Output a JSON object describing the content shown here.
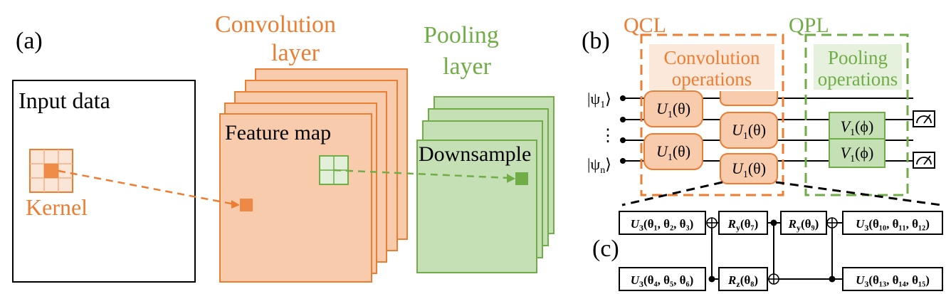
{
  "panel_a": {
    "label": "(a)",
    "input_title": "Input data",
    "kernel_label": "Kernel",
    "conv_title_1": "Convolution",
    "conv_title_2": "layer",
    "pool_title_1": "Pooling",
    "pool_title_2": "layer",
    "feature_map_label": "Feature map",
    "downsample_label": "Downsample"
  },
  "panel_b": {
    "label": "(b)",
    "qcl_label": "QCL",
    "qpl_label": "QPL",
    "conv_ops_1": "Convolution",
    "conv_ops_2": "operations",
    "pool_ops_1": "Pooling",
    "pool_ops_2": "operations",
    "psi_1_sym": "|ψ",
    "psi_1_sub": "1",
    "psi_n_sym": "|ψ",
    "psi_n_sub": "n",
    "ket_close": "⟩",
    "vdots": "⋮",
    "u_gate_base": "U",
    "u_gate_sub": "1",
    "u_gate_arg": "(θ)",
    "v_gate_base": "V",
    "v_gate_sub": "1",
    "v_gate_arg": "(ϕ)"
  },
  "panel_c": {
    "label": "(c)",
    "g1_base": "U",
    "g1_sub": "3",
    "g1_args": "(θ₁, θ₂, θ₃)",
    "g2_base": "R",
    "g2_sub": "y",
    "g2_args": "(θ₇)",
    "g3_base": "R",
    "g3_sub": "y",
    "g3_args": "(θ₉)",
    "g4_base": "U",
    "g4_sub": "3",
    "g4_args": "(θ₁₀, θ₁₁, θ₁₂)",
    "g5_base": "U",
    "g5_sub": "3",
    "g5_args": "(θ₄, θ₅, θ₆)",
    "g6_base": "R",
    "g6_sub": "z",
    "g6_args": "(θ₈)",
    "g7_base": "U",
    "g7_sub": "3",
    "g7_args": "(θ₁₃, θ₁₄, θ₁₅)"
  },
  "colors": {
    "orange": "#ED7D31",
    "orange_fill": "#F8CBAD",
    "orange_light": "#FBE5D6",
    "green": "#70AD47",
    "green_fill": "#C5E0B4",
    "green_light": "#E2F0D9",
    "line": "#000000"
  }
}
